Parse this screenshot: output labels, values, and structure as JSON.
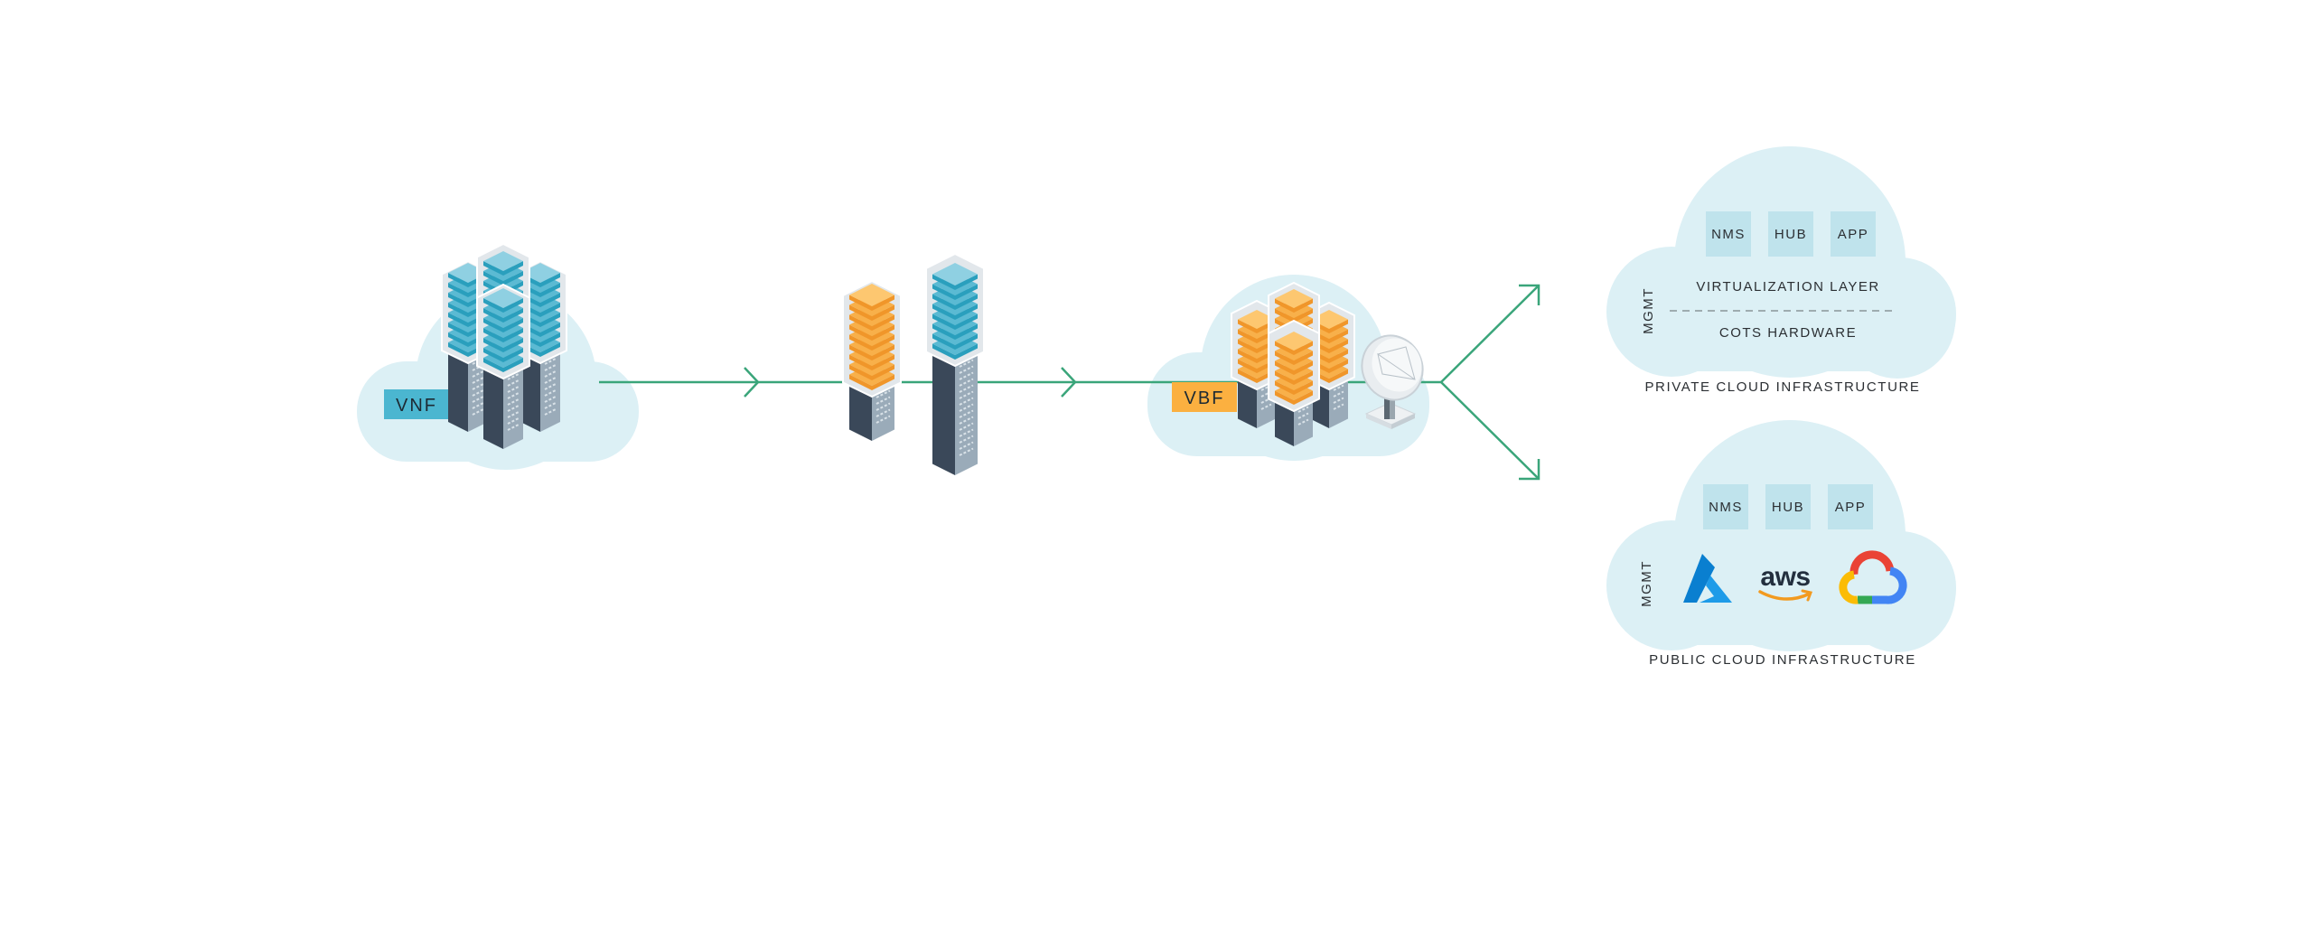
{
  "flow": {
    "source_label": "VNF",
    "edge_label": "VBF"
  },
  "private_cloud": {
    "modules": [
      "NMS",
      "HUB",
      "APP"
    ],
    "mgmt": "MGMT",
    "layer_top": "VIRTUALIZATION LAYER",
    "layer_bottom": "COTS HARDWARE",
    "caption": "PRIVATE CLOUD INFRASTRUCTURE"
  },
  "public_cloud": {
    "modules": [
      "NMS",
      "HUB",
      "APP"
    ],
    "mgmt": "MGMT",
    "providers": [
      {
        "icon": "azure-logo-icon"
      },
      {
        "icon": "aws-logo-icon",
        "logo_text": "aws"
      },
      {
        "icon": "google-cloud-logo-icon"
      }
    ],
    "caption": "PUBLIC CLOUD INFRASTRUCTURE"
  },
  "colors": {
    "cloud": "#dcf0f5",
    "module_box": "#bfe3ec",
    "flow_line": "#3aa57a",
    "vnf_accent": "#4bb6d0",
    "vbf_accent": "#fbb040"
  }
}
